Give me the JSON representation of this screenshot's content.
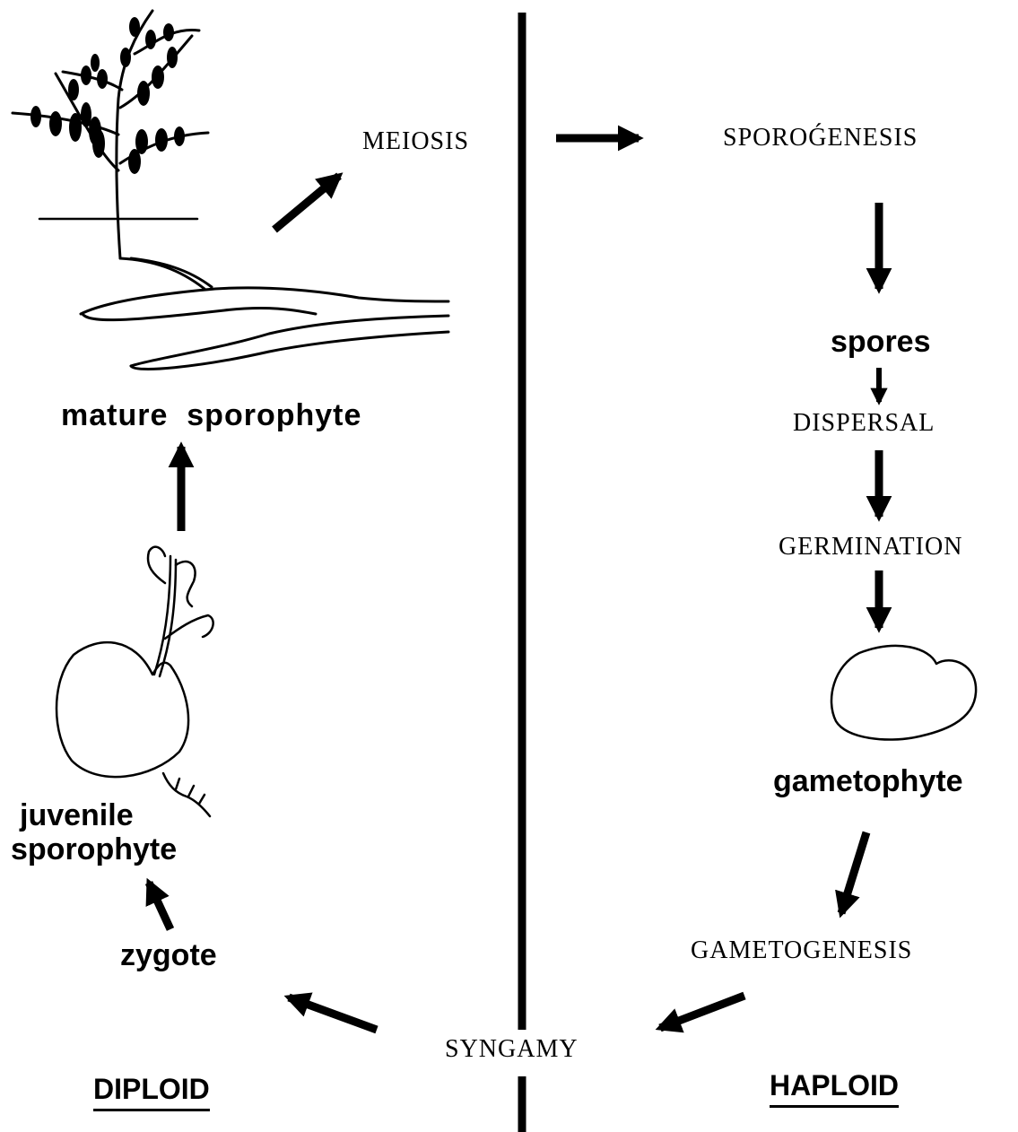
{
  "labels": {
    "meiosis": "MEIOSIS",
    "sporogenesis": "SPOROǴENESIS",
    "spores": "spores",
    "dispersal": "DISPERSAL",
    "germination": "GERMINATION",
    "gametophyte": "gametophyte",
    "gametogenesis": "GAMETOGENESIS",
    "syngamy": "SYNGAMY",
    "zygote": "zygote",
    "juvenile_line1": "juvenile",
    "juvenile_line2": "sporophyte",
    "mature_sporophyte": "mature  sporophyte",
    "diploid": "DIPLOID",
    "haploid": "HAPLOID"
  },
  "colors": {
    "ink": "#000000",
    "paper": "#ffffff"
  }
}
